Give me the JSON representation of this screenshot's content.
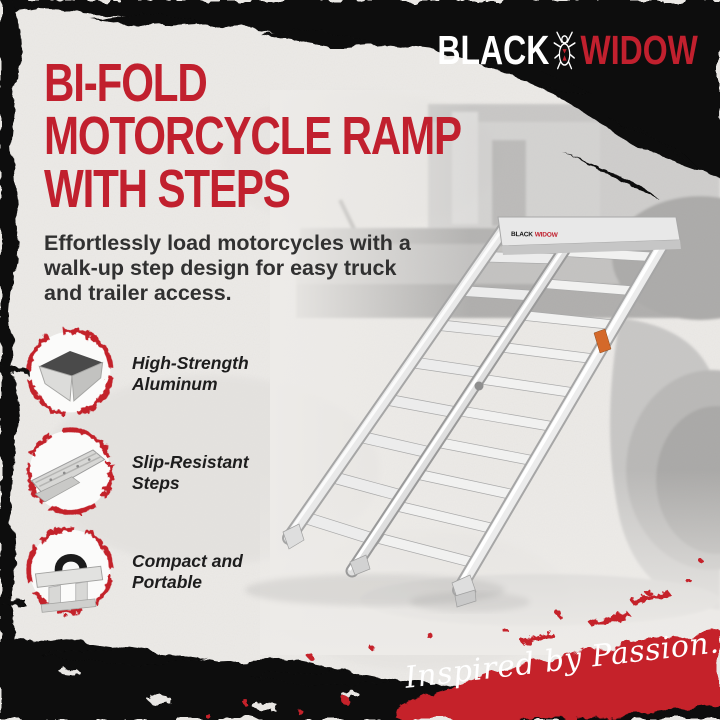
{
  "brand": {
    "black": "BLACK",
    "red": "WIDOW"
  },
  "headline": {
    "line1": "BI-FOLD",
    "line2": "MOTORCYCLE RAMP",
    "line3": "WITH STEPS"
  },
  "description": "Effortlessly load motorcycles with a walk-up step design for easy truck and trailer access.",
  "features": [
    {
      "icon": "aluminum-corner-icon",
      "label": "High-Strength Aluminum"
    },
    {
      "icon": "slip-resistant-step-icon",
      "label": "Slip-Resistant Steps"
    },
    {
      "icon": "folded-ramp-handle-icon",
      "label": "Compact and Portable"
    }
  ],
  "product": {
    "plate_black": "BLACK",
    "plate_red": "WIDOW"
  },
  "tagline": "Inspired by Passion.",
  "colors": {
    "red": "#c1202e",
    "brush_red": "#c5202b",
    "black": "#0d0d0d",
    "background": "#edebe8",
    "text_dark": "#313131",
    "white": "#ffffff",
    "aluminum": "#e6e6e4",
    "sticker_orange": "#d4692a"
  }
}
